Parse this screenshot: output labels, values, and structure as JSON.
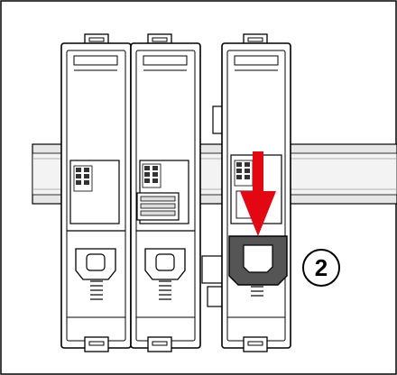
{
  "diagram": {
    "step_number": "2",
    "colors": {
      "outline": "#000000",
      "background": "#ffffff",
      "rail": "#e6e6e6",
      "rail_shadow": "#cfcfcf",
      "module_body": "#ffffff",
      "latch": "#555555",
      "arrow": "#e30613"
    },
    "modules": [
      {
        "name": "module-left",
        "state": "mounted",
        "connector": "terminal-block"
      },
      {
        "name": "module-middle",
        "state": "mounted",
        "connector": "terminal-block-with-card"
      },
      {
        "name": "module-right",
        "state": "being-mounted",
        "connector": "terminal-block"
      }
    ],
    "arrow_direction": "down",
    "icons": [
      "down-arrow-icon",
      "din-rail",
      "latch-icon",
      "spring-icon"
    ]
  }
}
